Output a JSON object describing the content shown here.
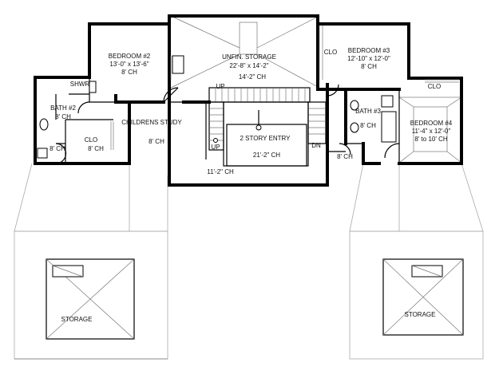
{
  "rooms": {
    "bedroom2": {
      "name": "BEDROOM #2",
      "size": "13'-0\" x 13'-6\"",
      "ceiling": "8' CH"
    },
    "unfin_storage": {
      "name": "UNFIN. STORAGE",
      "size": "22'-8\" x 14'-2\"",
      "ceiling": "14'-2\" CH"
    },
    "bedroom3": {
      "name": "BEDROOM #3",
      "size": "12'-10\" x 12'-0\"",
      "ceiling": "8' CH"
    },
    "bath2": {
      "name": "BATH #2",
      "ceiling": "8' CH"
    },
    "shwr": {
      "name": "SHWR"
    },
    "clo_left": {
      "name": "CLO",
      "ceiling": "8' CH"
    },
    "left_alcove": {
      "ceiling": "8' CH"
    },
    "childrens_study": {
      "name": "CHILDRENS STUDY",
      "ceiling": "8' CH"
    },
    "entry": {
      "name": "2 STORY ENTRY",
      "ceiling": "21'-2\" CH"
    },
    "hall": {
      "ceiling": "11'-2\" CH"
    },
    "bath3": {
      "name": "BATH #3",
      "ceiling": "8' CH"
    },
    "bedroom4": {
      "name": "BEDROOM #4",
      "size": "11'-4\" x 12'-0\"",
      "ceiling": "8' to 10' CH"
    },
    "right_alcove": {
      "ceiling": "8' CH"
    },
    "storage_left": {
      "name": "STORAGE"
    },
    "storage_right": {
      "name": "STORAGE"
    }
  },
  "labels": {
    "clo_b3": "CLO",
    "clo_b4": "CLO",
    "up_main": "UP",
    "up_stair": "UP",
    "dn": "DN"
  }
}
